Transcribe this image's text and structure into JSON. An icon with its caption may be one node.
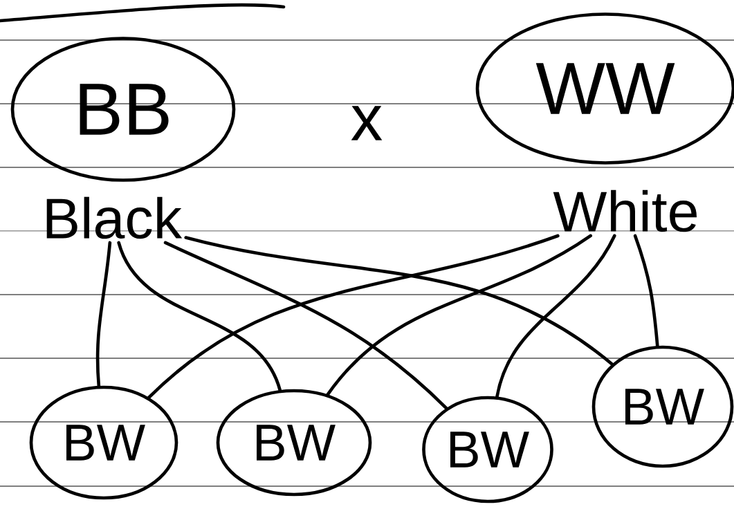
{
  "diagram": {
    "nodes": [
      {
        "text": [
          "BB"
        ]
      },
      {
        "text": [
          "WW"
        ]
      },
      {
        "text": [
          "Black"
        ]
      },
      {
        "text": [
          "White"
        ]
      },
      {
        "text": [
          "BW"
        ]
      },
      {
        "text": [
          "BW"
        ]
      },
      {
        "text": [
          "BW"
        ]
      },
      {
        "text": [
          "BW"
        ]
      }
    ],
    "edges": [
      {
        "from": 2,
        "to": 4,
        "arrow": "none"
      },
      {
        "from": 2,
        "to": 5,
        "arrow": "none"
      },
      {
        "from": 2,
        "to": 6,
        "arrow": "none"
      },
      {
        "from": 2,
        "to": 7,
        "arrow": "none"
      },
      {
        "from": 3,
        "to": 4,
        "arrow": "none"
      },
      {
        "from": 3,
        "to": 5,
        "arrow": "none"
      },
      {
        "from": 3,
        "to": 6,
        "arrow": "none"
      },
      {
        "from": 3,
        "to": 7,
        "arrow": "none"
      }
    ],
    "labels": [
      "x"
    ]
  }
}
